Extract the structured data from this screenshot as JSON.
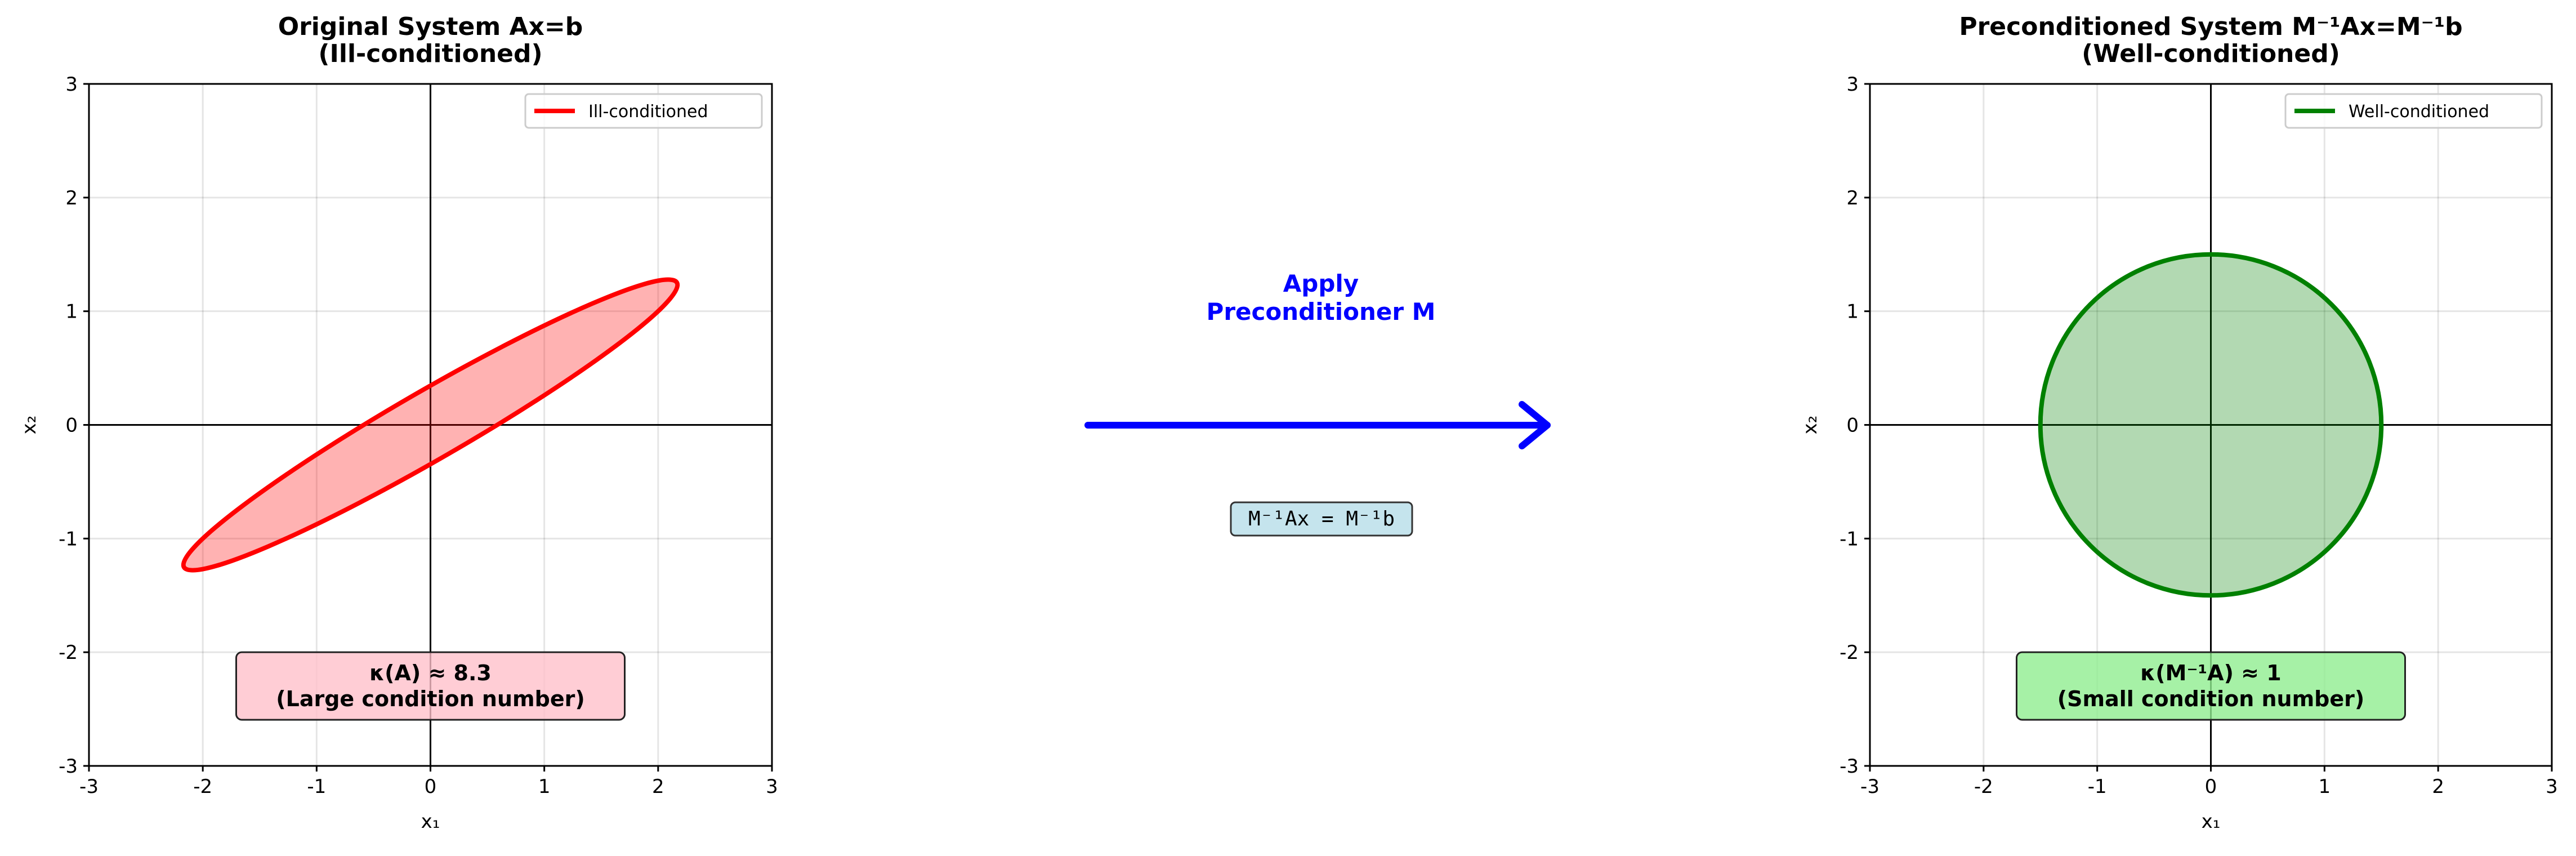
{
  "chart_data": [
    {
      "type": "line",
      "title": "Original System Ax=b\n(Ill-conditioned)",
      "xlabel": "x₁",
      "ylabel": "x₂",
      "xlim": [
        -3,
        3
      ],
      "ylim": [
        -3,
        3
      ],
      "xticks": [
        "-3",
        "-2",
        "-1",
        "0",
        "1",
        "2",
        "3"
      ],
      "yticks": [
        "-3",
        "-2",
        "-1",
        "0",
        "1",
        "2",
        "3"
      ],
      "grid": true,
      "legend": {
        "placement": "top-right",
        "entries": [
          "Ill-conditioned"
        ]
      },
      "shape": {
        "kind": "ellipse",
        "center": [
          0,
          0
        ],
        "semi_major": 2.5,
        "semi_minor": 0.3,
        "angle_deg": 30
      },
      "edge_color": "#ff0000",
      "fill_color": "#ff0000",
      "fill_alpha": 0.3,
      "annotation": {
        "lines": [
          "κ(A) ≈ 8.3",
          "(Large condition number)"
        ],
        "bg": "#ffc0cb"
      }
    },
    {
      "type": "line",
      "title": "Preconditioned System M⁻¹Ax=M⁻¹b\n(Well-conditioned)",
      "xlabel": "x₁",
      "ylabel": "x₂",
      "xlim": [
        -3,
        3
      ],
      "ylim": [
        -3,
        3
      ],
      "xticks": [
        "-3",
        "-2",
        "-1",
        "0",
        "1",
        "2",
        "3"
      ],
      "yticks": [
        "-3",
        "-2",
        "-1",
        "0",
        "1",
        "2",
        "3"
      ],
      "grid": true,
      "legend": {
        "placement": "top-right",
        "entries": [
          "Well-conditioned"
        ]
      },
      "shape": {
        "kind": "ellipse",
        "center": [
          0,
          0
        ],
        "semi_major": 1.5,
        "semi_minor": 1.5,
        "angle_deg": 0
      },
      "edge_color": "#008000",
      "fill_color": "#008000",
      "fill_alpha": 0.3,
      "annotation": {
        "lines": [
          "κ(M⁻¹A) ≈ 1",
          "(Small condition number)"
        ],
        "bg": "#90ee90"
      }
    }
  ],
  "middle": {
    "label_lines": [
      "Apply",
      "Preconditioner M"
    ],
    "label_color": "#0000ff",
    "arrow_color": "#0000ff",
    "equation": "M⁻¹Ax = M⁻¹b",
    "equation_bg": "#add8e6"
  }
}
